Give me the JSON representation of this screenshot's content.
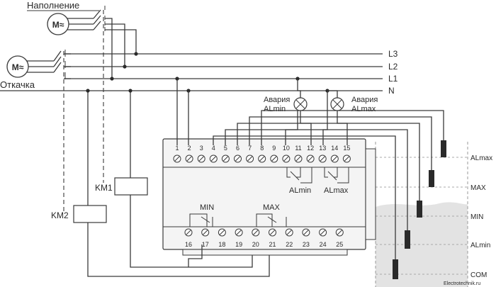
{
  "labels": {
    "fill": "Наполнение",
    "drain": "Откачка",
    "motor": "M≈",
    "km1": "KM1",
    "km2": "KM2",
    "alarm_min": [
      "Авария",
      "ALmin"
    ],
    "alarm_max": [
      "Авария",
      "ALmax"
    ],
    "relay_almin": "ALmin",
    "relay_almax": "ALmax",
    "contact_min": "MIN",
    "contact_max": "MAX",
    "watermark": "Electrotechnik.ru"
  },
  "bus_lines": [
    "L3",
    "L2",
    "L1",
    "N"
  ],
  "top_terminals": [
    "1",
    "2",
    "3",
    "4",
    "5",
    "6",
    "7",
    "8",
    "9",
    "10",
    "11",
    "12",
    "13",
    "14",
    "15"
  ],
  "bottom_terminals": [
    "16",
    "17",
    "18",
    "19",
    "20",
    "21",
    "22",
    "23",
    "24",
    "25"
  ],
  "tank_levels": [
    "ALmax",
    "MAX",
    "MIN",
    "ALmin",
    "COM"
  ],
  "colors": {
    "line": "#3a3a3a",
    "water": "#e3e3e3",
    "module": "#f4f4f4"
  }
}
